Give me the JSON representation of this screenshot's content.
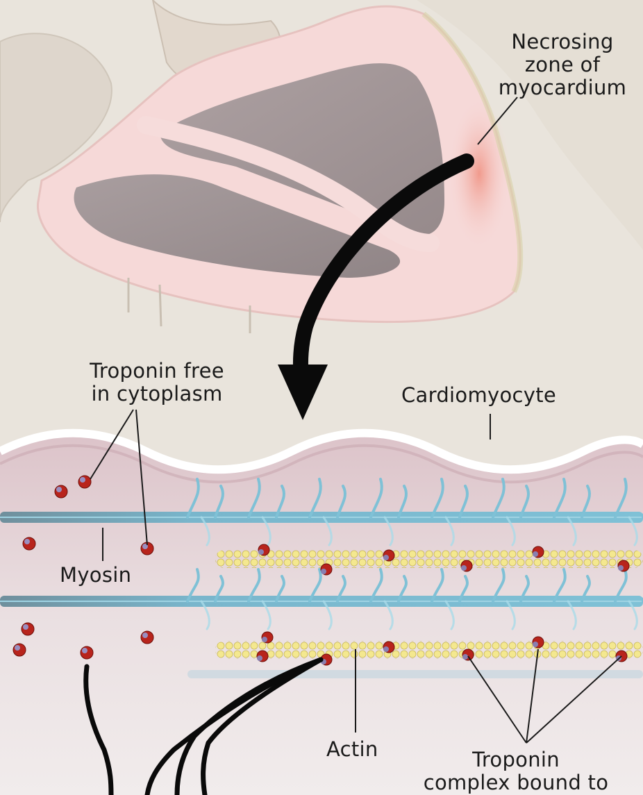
{
  "labels": {
    "necrosing": [
      "Necrosing",
      "zone of",
      "myocardium"
    ],
    "troponin_free": [
      "Troponin free",
      "in cytoplasm"
    ],
    "cardiomyocyte": "Cardiomyocyte",
    "myosin": "Myosin",
    "actin": "Actin",
    "troponin_complex": [
      "Troponin",
      "complex bound to"
    ]
  },
  "colors": {
    "background": "#e9e4dc",
    "myocardium_wall": "#f6d9d8",
    "necrosis": "#f0a89a",
    "cavity": "#8f8789",
    "cell_membrane": "#ffffff",
    "cytoplasm": "#e8d7da",
    "myosin": "#7ab8cf",
    "actin": "#f2e58a",
    "troponin": "#b8241c",
    "arrow": "#0a0a0a"
  }
}
